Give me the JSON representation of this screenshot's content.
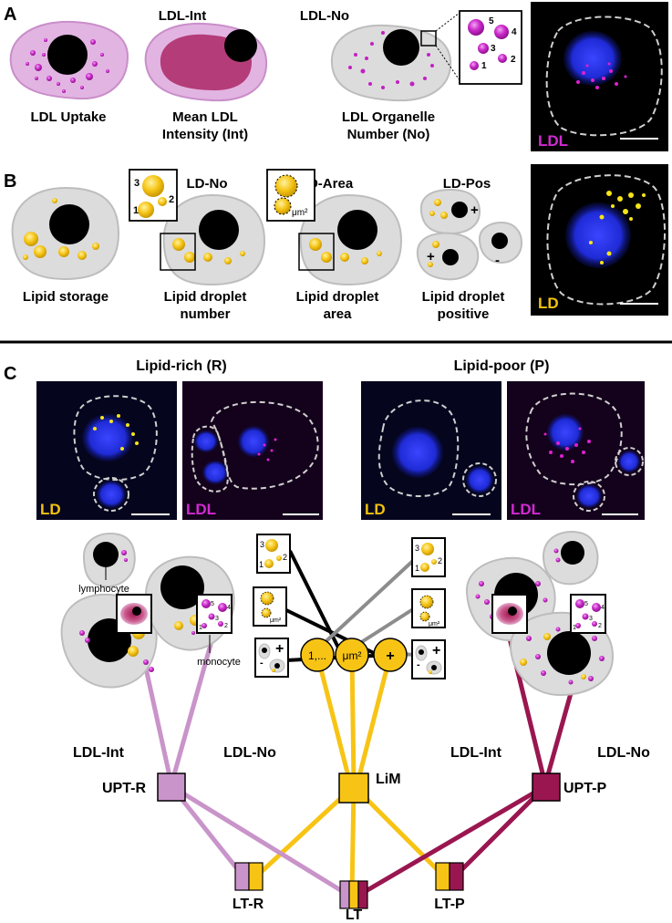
{
  "panelA": {
    "letter": "A",
    "top_labels": {
      "int": "LDL-Int",
      "no": "LDL-No"
    },
    "captions": {
      "uptake": "LDL Uptake",
      "int_1": "Mean LDL",
      "int_2": "Intensity (Int)",
      "no_1": "LDL Organelle",
      "no_2": "Number (No)"
    },
    "zoom_numbers": [
      "5",
      "4",
      "3",
      "2",
      "1"
    ],
    "micro_label": "LDL"
  },
  "panelB": {
    "letter": "B",
    "top_labels": {
      "no": "LD-No",
      "area": "LD-Area",
      "pos": "LD-Pos"
    },
    "captions": {
      "storage": "Lipid storage",
      "number_1": "Lipid droplet",
      "number_2": "number",
      "area_1": "Lipid droplet",
      "area_2": "area",
      "pos_1": "Lipid droplet",
      "pos_2": "positive"
    },
    "zoom_numbers": [
      "3",
      "2",
      "1"
    ],
    "area_unit": "μm²",
    "pos_signs": {
      "plus": "+",
      "minus": "-"
    },
    "micro_label": "LD"
  },
  "panelC": {
    "letter": "C",
    "group_titles": {
      "rich": "Lipid-rich (R)",
      "poor": "Lipid-poor (P)"
    },
    "micro_labels": {
      "ld": "LD",
      "ldl": "LDL"
    },
    "cell_labels": {
      "lymphocyte": "lymphocyte",
      "monocyte": "monocyte"
    },
    "icon_texts": {
      "n3": "3",
      "n2": "2",
      "n1": "1",
      "um2": "μm²",
      "plus": "+",
      "minus": "-",
      "ldl5": "5",
      "ldl4": "4",
      "ldl3": "3",
      "ldl2": "2",
      "ldl1": "1"
    },
    "feature_nodes": {
      "number": "1,...",
      "area": "μm²",
      "pos": "+"
    },
    "network": {
      "ldl_int": "LDL-Int",
      "ldl_no": "LDL-No",
      "upt_r": "UPT-R",
      "lim": "LiM",
      "upt_p": "UPT-P",
      "lt_r": "LT-R",
      "lt": "LT",
      "lt_p": "LT-P"
    }
  },
  "colors": {
    "ldl_magenta": "#c41fc4",
    "ld_yellow": "#f7c416",
    "upt_r": "#c994c9",
    "upt_p": "#9a1650",
    "lim_edge": "#f7c416",
    "nucleus_blue": "#1f2bd6",
    "cell_gray": "#dcdcdc",
    "cell_edge": "#bdbdbd"
  }
}
